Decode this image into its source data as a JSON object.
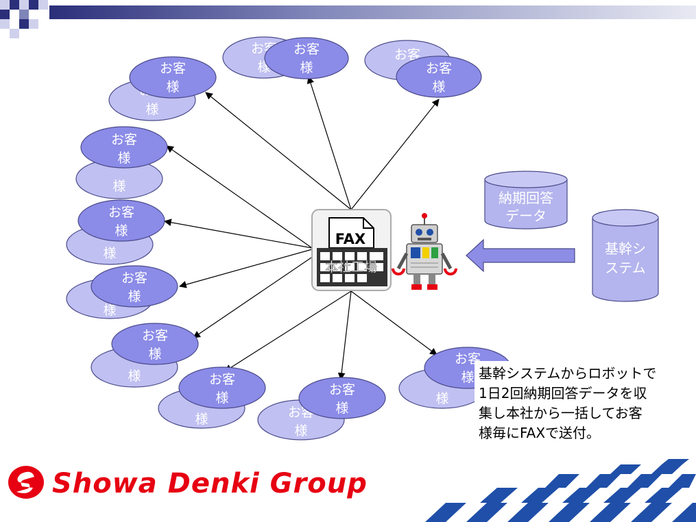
{
  "customer_label_line1": "お客",
  "customer_label_line2": "様",
  "fax": {
    "header": "FAX",
    "label": "本社工場"
  },
  "delivery_data": {
    "line1": "納期回答",
    "line2": "データ"
  },
  "core_system": {
    "line1": "基幹シ",
    "line2": "ステム"
  },
  "caption_lines": [
    "基幹システムからロボットで",
    "1日2回納期回答データを収",
    "集し本社から一括してお客",
    "様毎にFAXで送付。"
  ],
  "brand": "Showa Denki Group",
  "colors": {
    "oval_front": "#8b8be8",
    "oval_back": "#c0c0f2",
    "oval_stroke": "#4a4a8a",
    "cylinder_fill": "#b4b4ee",
    "arrow_fill": "#8d8de6",
    "brand_red": "#e60012",
    "checker_blue": "#1f4fa8"
  }
}
